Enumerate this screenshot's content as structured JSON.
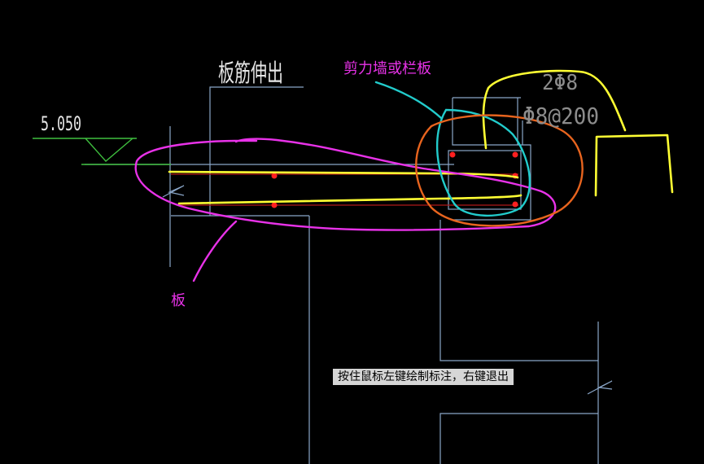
{
  "drawing": {
    "elevation_label": "5.050",
    "title_label": "板筋伸出",
    "wall_label": "剪力墙或栏板",
    "slab_label": "板",
    "rebar_top_label": "2Φ8",
    "rebar_stirrup_label": "Φ8@200"
  },
  "status": {
    "hint_text": "按住鼠标左键绘制标注，右键退出"
  },
  "colors": {
    "background": "#000000",
    "lines": "#8aa6c8",
    "green": "#3fbf3f",
    "yellow": "#ffff33",
    "magenta": "#e832e8",
    "cyan": "#22cccc",
    "orange": "#e8641e",
    "red": "#ff2020",
    "text_white": "#e6e6e6"
  }
}
